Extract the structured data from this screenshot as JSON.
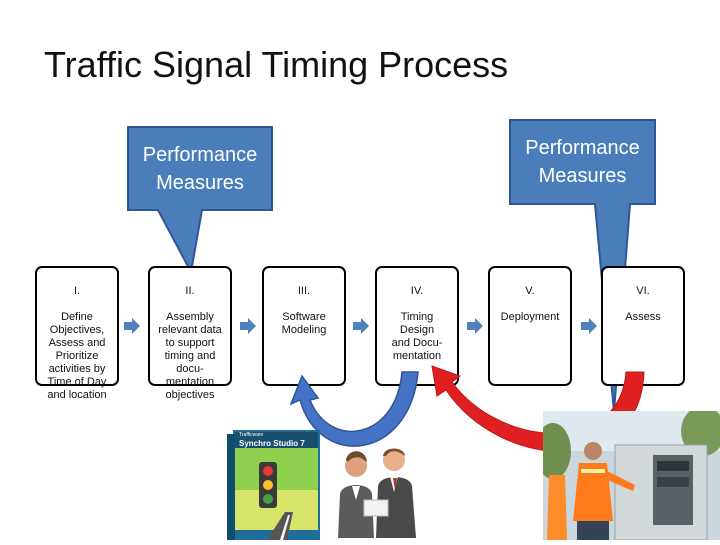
{
  "title": "Traffic Signal Timing Process",
  "callouts": [
    {
      "text": "Performance\nMeasures"
    },
    {
      "text": "Performance\nMeasures"
    }
  ],
  "stages": [
    {
      "numeral": "I.",
      "text": "Define\nObjectives,\nAssess and\nPrioritize\nactivities by\nTime of Day\nand location"
    },
    {
      "numeral": "II.",
      "text": "Assembly\nrelevant data\nto support\ntiming and\ndocu-\nmentation\nobjectives"
    },
    {
      "numeral": "III.",
      "text": "Software\nModeling"
    },
    {
      "numeral": "IV.",
      "text": "Timing Design\nand Docu-\nmentation"
    },
    {
      "numeral": "V.",
      "text": "Deployment"
    },
    {
      "numeral": "VI.",
      "text": "Assess"
    }
  ],
  "product_box": {
    "brand": "Trafficware",
    "title": "Synchro Studio 7"
  },
  "colors": {
    "callout_fill": "#4a7ebb",
    "callout_border": "#2f5597",
    "flow_arrow": "#4f81bd",
    "loop_arrow_blue": "#4472c4",
    "loop_arrow_red": "#e02020"
  },
  "icons": {
    "flow_arrow": "right-arrow-icon",
    "product_image": "software-box-image",
    "people_image": "people-meeting-image",
    "field_image": "field-technician-photo"
  }
}
